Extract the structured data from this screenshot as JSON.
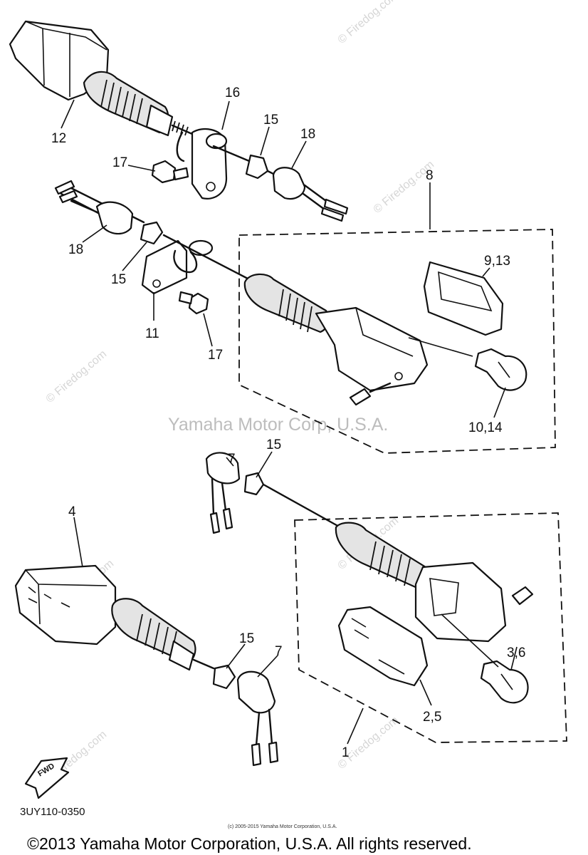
{
  "callouts": {
    "c12": "12",
    "c16": "16",
    "c15a": "15",
    "c18a": "18",
    "c17a": "17",
    "c8": "8",
    "c18b": "18",
    "c15b": "15",
    "c9_13": "9,13",
    "c11": "11",
    "c17b": "17",
    "c10_14": "10,14",
    "c7a": "7",
    "c15c": "15",
    "c4": "4",
    "c15d": "15",
    "c7b": "7",
    "c3_6": "3,6",
    "c2_5": "2,5",
    "c1": "1"
  },
  "watermarks": {
    "site": "© Firedog.com",
    "center": "Yamaha Motor Corp, U.S.A."
  },
  "diagram_code": "3UY110-0350",
  "small_copyright": "(c) 2005-2015 Yamaha Motor Corporation, U.S.A.",
  "footer_copyright": "©2013 Yamaha Motor Corporation, U.S.A. All rights reserved.",
  "fwd_label": "FWD"
}
